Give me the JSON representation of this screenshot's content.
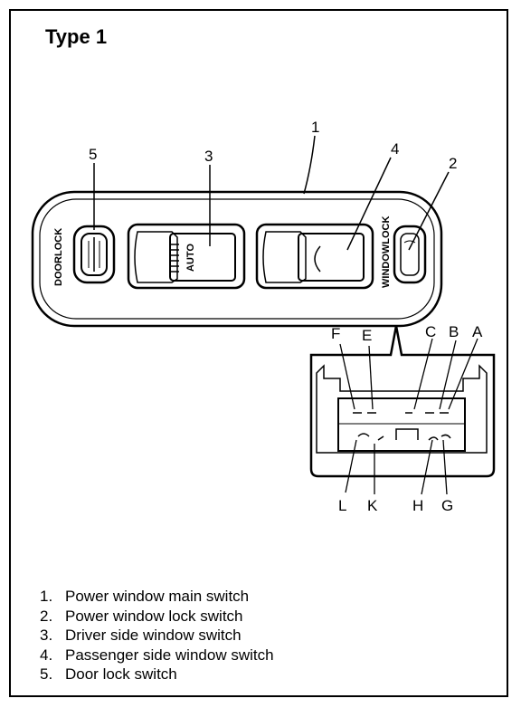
{
  "title": "Type 1",
  "switch_text": {
    "doorlock": "DOORLOCK",
    "auto": "AUTO",
    "windowlock": "WINDOWLOCK"
  },
  "callouts": {
    "main_switch": "1",
    "lock_switch": "2",
    "driver_switch": "3",
    "passenger_switch": "4",
    "door_lock": "5"
  },
  "terminals": {
    "top": [
      "F",
      "E",
      "C",
      "B",
      "A"
    ],
    "bottom": [
      "L",
      "K",
      "H",
      "G"
    ]
  },
  "legend": [
    {
      "num": "1.",
      "text": "Power window main switch"
    },
    {
      "num": "2.",
      "text": "Power window lock switch"
    },
    {
      "num": "3.",
      "text": "Driver side window switch"
    },
    {
      "num": "4.",
      "text": "Passenger side window switch"
    },
    {
      "num": "5.",
      "text": "Door lock switch"
    }
  ]
}
